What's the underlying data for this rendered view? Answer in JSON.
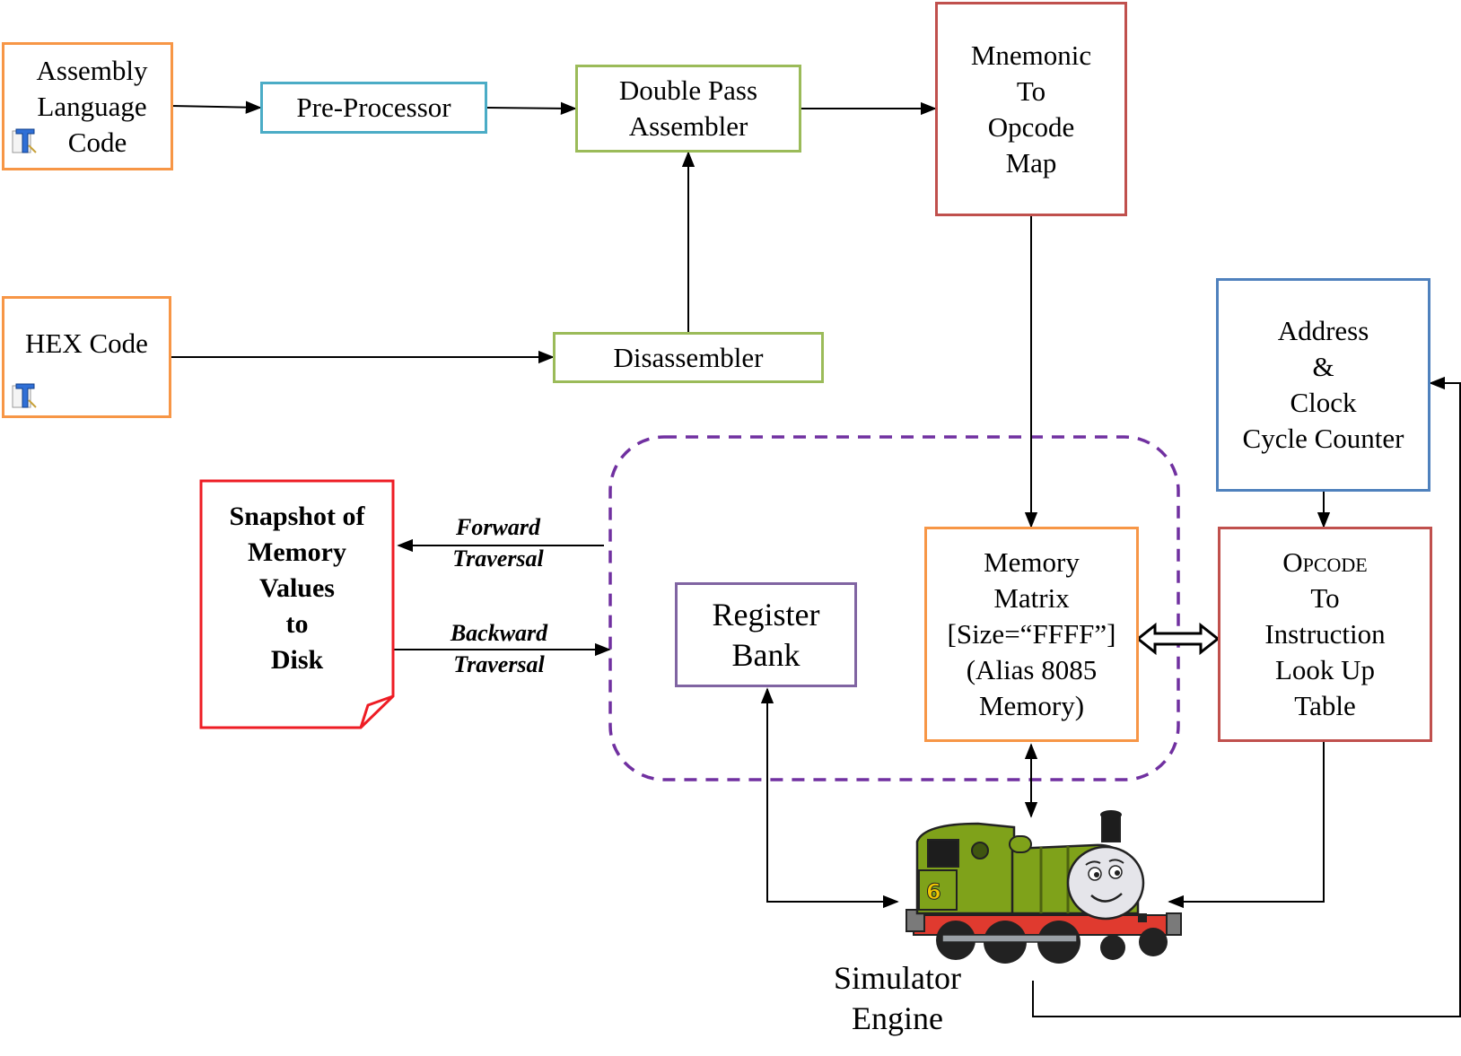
{
  "nodes": {
    "assembly": {
      "lines": [
        "Assembly",
        "Language",
        "Code"
      ]
    },
    "preprocessor": {
      "label": "Pre-Processor"
    },
    "double_pass": {
      "lines": [
        "Double Pass",
        "Assembler"
      ]
    },
    "mnemonic": {
      "lines": [
        "Mnemonic",
        "To",
        "Opcode",
        "Map"
      ]
    },
    "hex": {
      "label": "HEX Code"
    },
    "disassembler": {
      "label": "Disassembler"
    },
    "address": {
      "lines": [
        "Address",
        "&",
        "Clock",
        "Cycle Counter"
      ]
    },
    "snapshot": {
      "lines": [
        "Snapshot of",
        "Memory",
        "Values",
        "to",
        "Disk"
      ]
    },
    "register": {
      "lines": [
        "Register",
        "Bank"
      ]
    },
    "memory": {
      "lines": [
        "Memory",
        "Matrix",
        "[Size=“FFFF”]",
        "(Alias 8085",
        "Memory)"
      ]
    },
    "opcode_table": {
      "lines": [
        "Opcode",
        "To",
        "Instruction",
        "Look Up",
        "Table"
      ]
    },
    "engine": {
      "lines": [
        "Simulator",
        "Engine"
      ]
    }
  },
  "edge_labels": {
    "forward": [
      "Forward",
      "Traversal"
    ],
    "backward": [
      "Backward",
      "Traversal"
    ]
  },
  "colors": {
    "orange": "#f79646",
    "cyan": "#4bacc6",
    "green": "#9bbb59",
    "red_brown": "#c0504d",
    "blue": "#4f81bd",
    "purple": "#8064a2",
    "red": "#ee1c24",
    "engine_green": "#7fa21a"
  },
  "icons": [
    "text-file-icon",
    "locomotive-illustration"
  ]
}
